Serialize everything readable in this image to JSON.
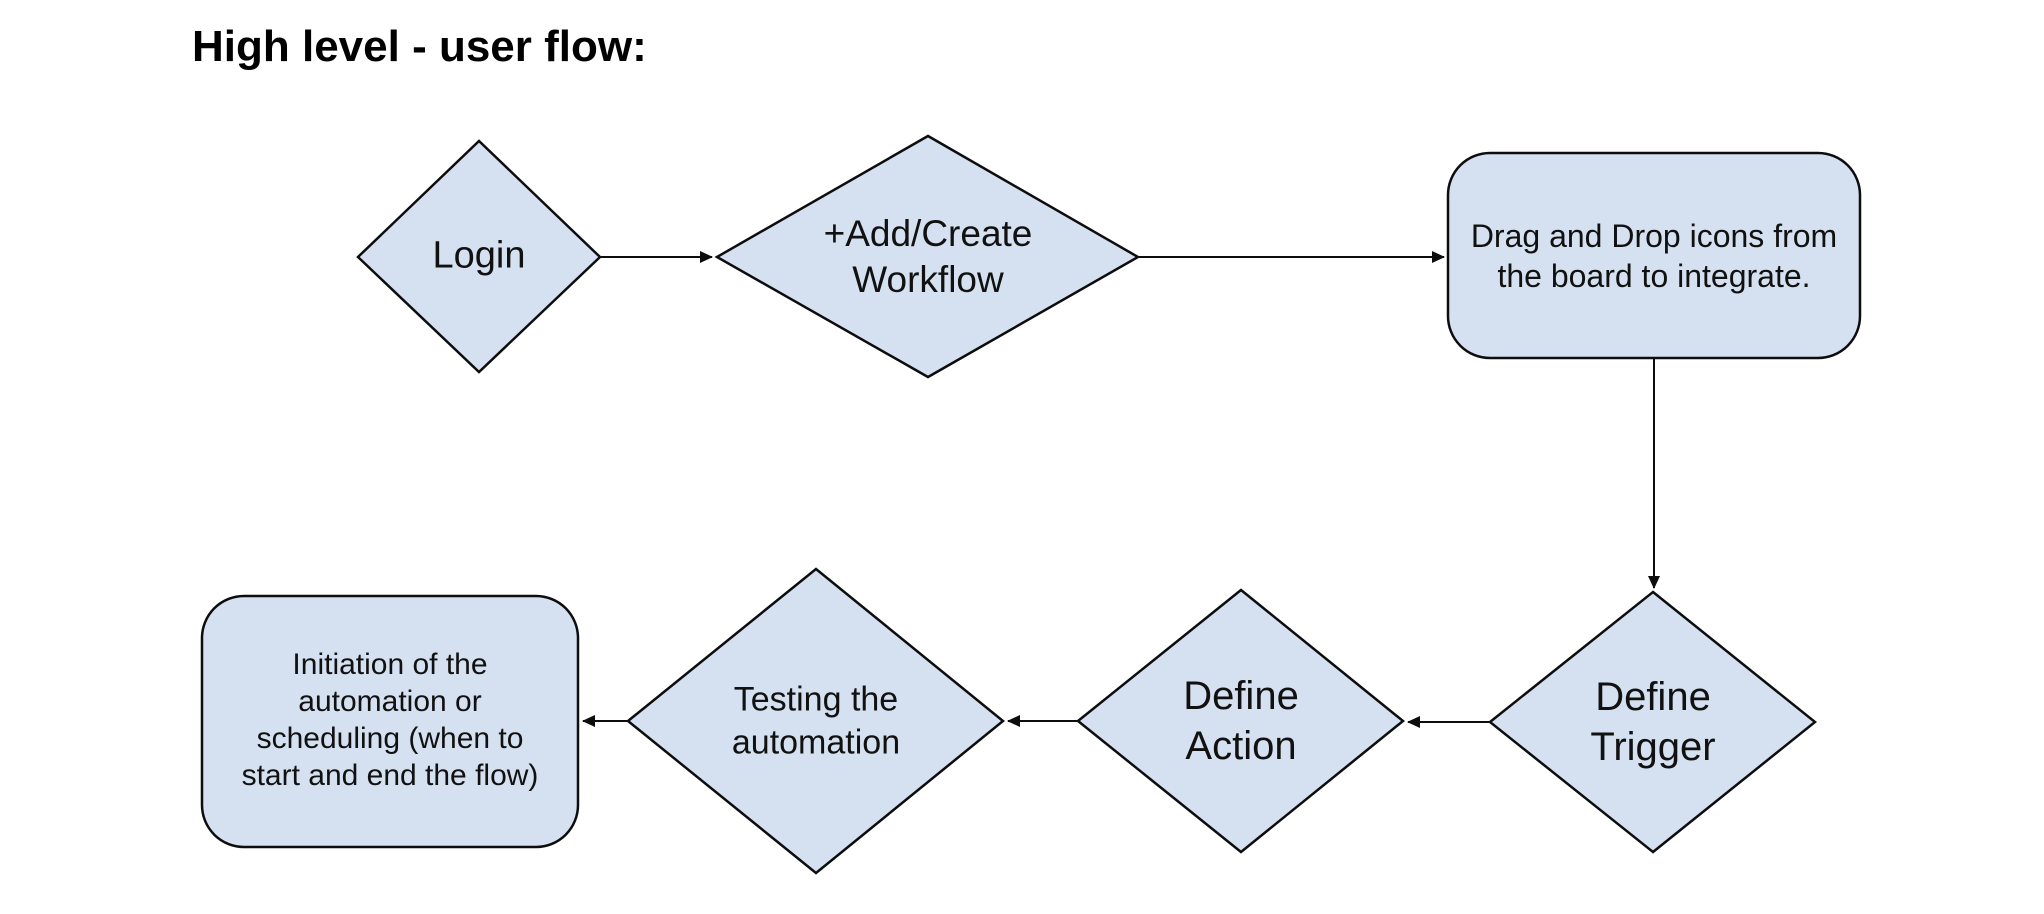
{
  "title": "High level - user flow:",
  "colors": {
    "node_fill": "#d5e1f0",
    "node_stroke": "#0d0d0d",
    "arrow": "#0d0d0d",
    "background": "#ffffff",
    "text": "#111111"
  },
  "nodes": [
    {
      "id": "login",
      "type": "diamond",
      "label": "Login"
    },
    {
      "id": "add-create-workflow",
      "type": "diamond",
      "label": "+Add/Create\nWorkflow"
    },
    {
      "id": "drag-drop",
      "type": "rounded-rect",
      "label": "Drag and Drop icons from\nthe board to integrate."
    },
    {
      "id": "define-trigger",
      "type": "diamond",
      "label": "Define\nTrigger"
    },
    {
      "id": "define-action",
      "type": "diamond",
      "label": "Define\nAction"
    },
    {
      "id": "testing-automation",
      "type": "diamond",
      "label": "Testing the\nautomation"
    },
    {
      "id": "initiation",
      "type": "rounded-rect",
      "label": "Initiation of the\nautomation or\nscheduling (when to\nstart and end the flow)"
    }
  ],
  "edges": [
    {
      "from": "login",
      "to": "add-create-workflow",
      "direction": "right"
    },
    {
      "from": "add-create-workflow",
      "to": "drag-drop",
      "direction": "right"
    },
    {
      "from": "drag-drop",
      "to": "define-trigger",
      "direction": "down"
    },
    {
      "from": "define-trigger",
      "to": "define-action",
      "direction": "left"
    },
    {
      "from": "define-action",
      "to": "testing-automation",
      "direction": "left"
    },
    {
      "from": "testing-automation",
      "to": "initiation",
      "direction": "left"
    }
  ]
}
